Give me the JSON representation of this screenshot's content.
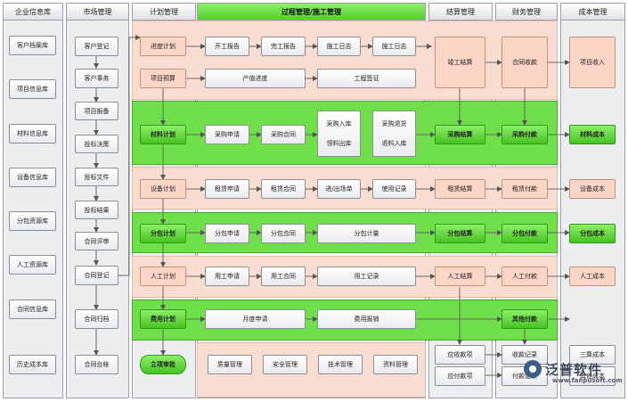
{
  "columns": {
    "enterprise": "企业信息库",
    "market": "市场管理",
    "plan": "计划管理",
    "process": "过程管理/施工管理",
    "settlement": "结算管理",
    "finance": "财务管理",
    "cost": "成本管理"
  },
  "enterprise_items": [
    "客户档案库",
    "项目信息库",
    "材料信息库",
    "设备信息库",
    "分包资源库",
    "人工资源库",
    "合同信息库",
    "历史成本库"
  ],
  "market_items": [
    "客户登记",
    "客户事务",
    "项目报备",
    "投标决策",
    "投标文件",
    "投标结果",
    "合同评审",
    "合同登记",
    "合同归档",
    "合同台帐"
  ],
  "plan_items": {
    "progress": "进度计划",
    "budget": "项目预算",
    "material": "材料计划",
    "equipment": "设备计划",
    "subcontract": "分包计划",
    "labor": "人工计划",
    "expense": "费用计划",
    "approval": "立项审批"
  },
  "process": {
    "progress": [
      "开工报告",
      "完工报告",
      "施工日志",
      "施工日志"
    ],
    "output": "产值进度",
    "visa": "工程签证",
    "material": [
      "采购申请",
      "采购合同"
    ],
    "material_in_out": [
      "采购入库",
      "领料出库"
    ],
    "material_return": [
      "采购退货",
      "退料入库"
    ],
    "equipment": [
      "租赁申请",
      "租赁合同",
      "进/出场单",
      "使用记录"
    ],
    "subcontract": [
      "分包申请",
      "分包合同",
      "分包计量"
    ],
    "labor": [
      "用工申请",
      "用工合同",
      "用工记录"
    ],
    "expense": [
      "月度申请",
      "费用报销"
    ],
    "management": [
      "质量管理",
      "安全管理",
      "技术管理",
      "资料管理"
    ]
  },
  "settlement_items": {
    "completion": "竣工结算",
    "purchase": "采购结算",
    "lease": "租赁结算",
    "subcontract": "分包结算",
    "labor": "人工结算",
    "receivable": "应收款项",
    "payable": "应付款项"
  },
  "finance_items": {
    "contract_receipt": "合同收款",
    "purchase_pay": "采购付款",
    "lease_pay": "租赁付款",
    "subcontract_pay": "分包付款",
    "labor_pay": "人工付款",
    "other_pay": "其他付款",
    "receipt_record": "收款记录",
    "payment_record": "付款记录"
  },
  "cost_items": {
    "income": "项目收入",
    "material": "材料成本",
    "equipment": "设备成本",
    "subcontract": "分包成本",
    "labor": "人工成本",
    "expense": "三算成本",
    "other": "其他成本"
  },
  "watermark": {
    "brand": "泛普软件",
    "url": "www.fanpusoft.com"
  }
}
